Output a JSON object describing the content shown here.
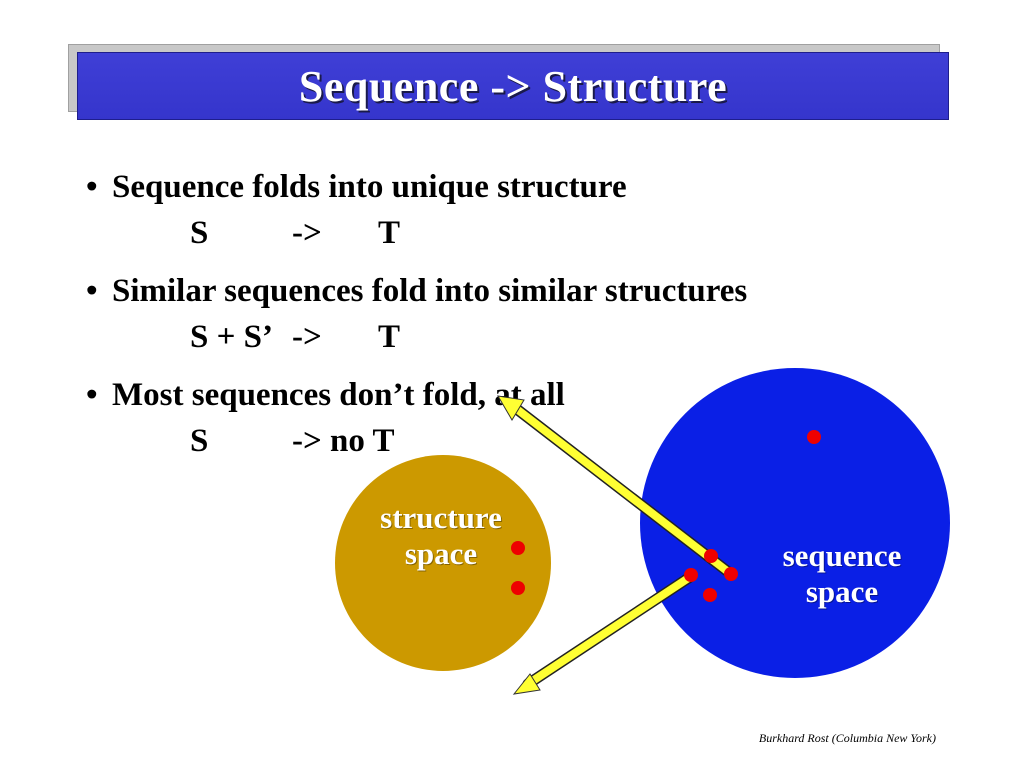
{
  "title": "Sequence -> Structure",
  "bullets": [
    {
      "text": "Sequence folds into unique structure",
      "formula": [
        "S",
        "->",
        "T"
      ]
    },
    {
      "text": "Similar sequences fold into similar structures",
      "formula": [
        "S + S’",
        "->",
        "T"
      ]
    },
    {
      "text": "Most sequences don’t fold, at all",
      "formula": [
        "S",
        "-> no T",
        ""
      ]
    }
  ],
  "bullet_symbol": "•",
  "diagram": {
    "structure_label_1": "structure",
    "structure_label_2": "space",
    "sequence_label_1": "sequence",
    "sequence_label_2": "space",
    "colors": {
      "structure_circle": "#cc9900",
      "sequence_circle": "#0a1fe6",
      "points": "#ee0000",
      "arrows": "#ffff33"
    }
  },
  "footer": "Burkhard Rost (Columbia New York)"
}
